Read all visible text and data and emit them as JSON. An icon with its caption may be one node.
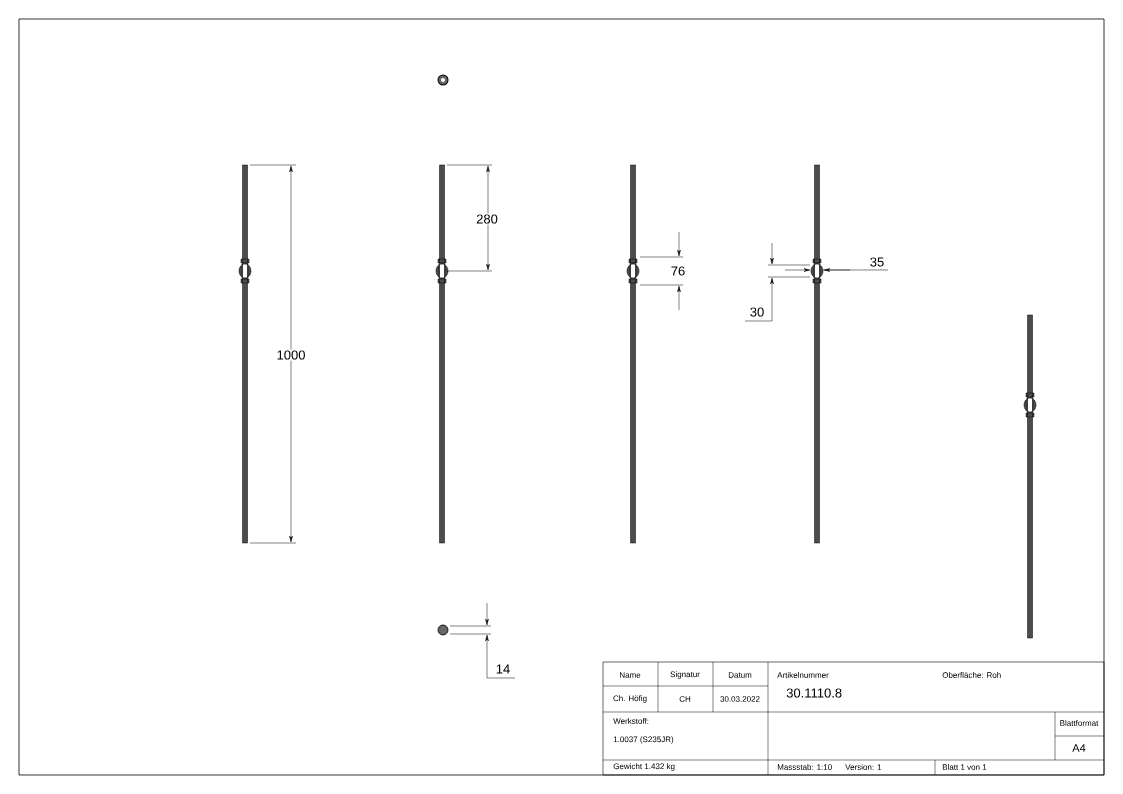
{
  "diagram": {
    "labels": [
      "1000",
      "280",
      "76",
      "35",
      "30",
      "14",
      "Name",
      "Signatur",
      "Datum",
      "Artikelnummer",
      "Oberfläche:  Roh",
      "Ch. Höfig",
      "CH",
      "30.03.2022",
      "30.1110.8",
      "Werkstoff:",
      "Blattformat",
      "1.0037 (S235JR)",
      "A4",
      "Gewicht 1.432 kg",
      "Massstab: 1:10",
      "Version: 1",
      "Blatt 1 von 1"
    ]
  }
}
